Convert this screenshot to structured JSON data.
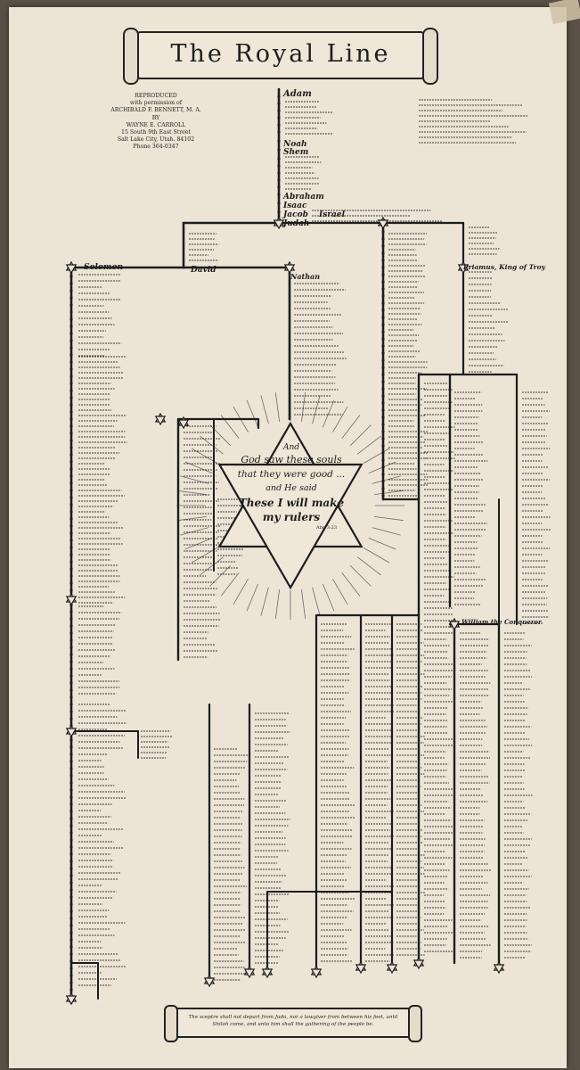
{
  "title": "The Royal Line",
  "credit": {
    "line1": "REPRODUCED",
    "line2": "with permission of",
    "line3": "ARCHIBALD F. BENNETT, M. A.",
    "line4": "BY",
    "line5": "WAYNE E. CARROLL",
    "line6": "15 South 9th East Street",
    "line7": "Salt Lake City, Utah. 84102",
    "line8": "Phone 364-0347"
  },
  "star_quote": {
    "line1": "And",
    "line2": "God saw these souls",
    "line3": "that they were good ...",
    "line4": "and He said",
    "line5": "These I will make",
    "line6": "my rulers",
    "citation": "Abr. 3:23"
  },
  "footer_quote": "The sceptre shall not depart from Juda, nor a lawgiver from between his feet, until Shiloh come, and unto him shall the gathering of the people be.",
  "names": {
    "adam": "Adam",
    "noah": "Noah",
    "shem": "Shem",
    "abraham": "Abraham",
    "isaac": "Isaac",
    "jacob": "Jacob",
    "israel": "Israel",
    "judah": "Judah",
    "solomon": "Solomon",
    "david": "David",
    "nathan": "Nathan",
    "priamus": "Priamus, King of Troy",
    "william": "William the Conqueror"
  }
}
